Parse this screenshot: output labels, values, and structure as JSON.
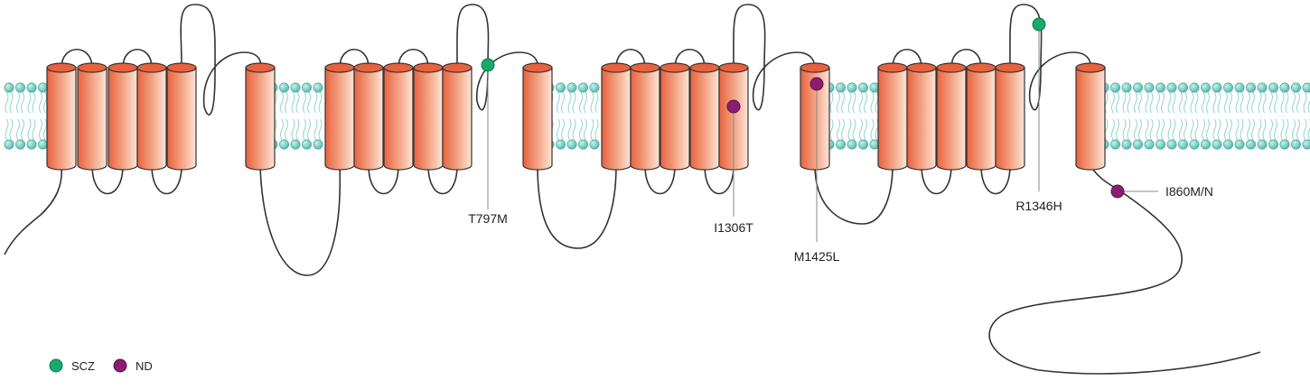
{
  "legend": [
    {
      "label": "SCZ",
      "color": "#1aa86b"
    },
    {
      "label": "ND",
      "color": "#8b1e6e"
    }
  ],
  "mutations": [
    {
      "label": "T797M",
      "group": "SCZ"
    },
    {
      "label": "I1306T",
      "group": "ND"
    },
    {
      "label": "M1425L",
      "group": "ND"
    },
    {
      "label": "R1346H",
      "group": "SCZ"
    },
    {
      "label": "I860M/N",
      "group": "ND"
    }
  ],
  "colors": {
    "helix": "#e8623e",
    "helix_light": "#fbd8c8",
    "lipid_head": "#5cc0b4",
    "lipid_tail": "#8fd2cc",
    "loop": "#333333"
  }
}
